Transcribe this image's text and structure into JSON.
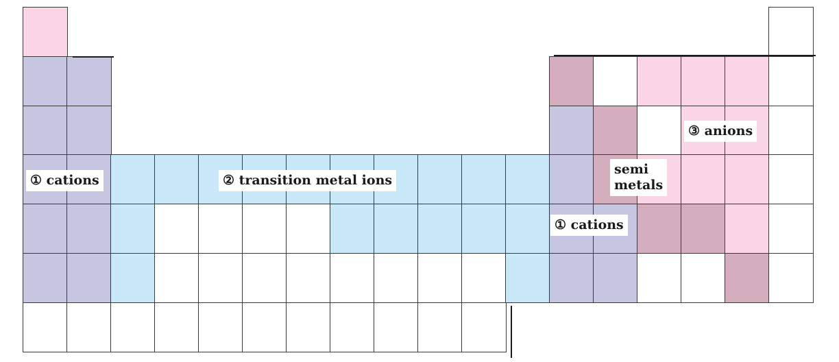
{
  "labels": {
    "cations_left": "① cations",
    "transition": "② transition metal ions",
    "anions": "③ anions",
    "semi_metals": "semi\nmetals",
    "cations_right": "① cations"
  },
  "colors": {
    "cation": "#c6c6e0",
    "transition": "#c9e8f8",
    "anion": "#f9d5e5",
    "semimetal": "#d4aebd",
    "empty": "#ffffff"
  },
  "grid": [
    [
      "anion",
      "",
      "",
      "",
      "",
      "",
      "",
      "",
      "",
      "",
      "",
      "",
      "",
      "",
      "",
      "",
      "",
      "empty"
    ],
    [
      "cation",
      "cation",
      "",
      "",
      "",
      "",
      "",
      "",
      "",
      "",
      "",
      "",
      "semimetal",
      "empty",
      "anion",
      "anion",
      "anion",
      "empty"
    ],
    [
      "cation",
      "cation",
      "",
      "",
      "",
      "",
      "",
      "",
      "",
      "",
      "",
      "",
      "cation",
      "semimetal",
      "empty",
      "anion",
      "anion",
      "empty"
    ],
    [
      "cation",
      "cation",
      "transition",
      "transition",
      "transition",
      "transition",
      "transition",
      "transition",
      "transition",
      "transition",
      "transition",
      "transition",
      "cation",
      "semimetal",
      "anion",
      "anion",
      "anion",
      "empty"
    ],
    [
      "cation",
      "cation",
      "transition",
      "empty",
      "empty",
      "empty",
      "empty",
      "transition",
      "transition",
      "transition",
      "transition",
      "transition",
      "cation",
      "cation",
      "semimetal",
      "semimetal",
      "anion",
      "empty"
    ],
    [
      "cation",
      "cation",
      "transition",
      "empty",
      "empty",
      "empty",
      "empty",
      "empty",
      "empty",
      "empty",
      "empty",
      "transition",
      "cation",
      "cation",
      "empty",
      "empty",
      "semimetal",
      "empty"
    ],
    [
      "empty",
      "empty",
      "empty",
      "empty",
      "empty",
      "empty",
      "empty",
      "empty",
      "empty",
      "empty",
      "empty",
      "",
      "",
      "",
      "",
      "",
      "",
      ""
    ]
  ]
}
